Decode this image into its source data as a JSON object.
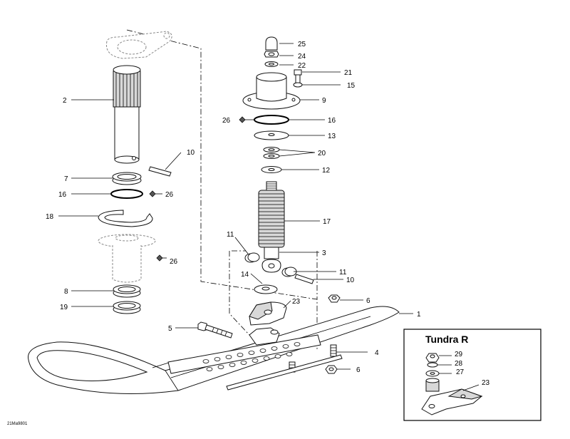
{
  "callouts": [
    {
      "n": "25"
    },
    {
      "n": "24"
    },
    {
      "n": "22"
    },
    {
      "n": "21"
    },
    {
      "n": "15"
    },
    {
      "n": "9"
    },
    {
      "n": "26"
    },
    {
      "n": "16"
    },
    {
      "n": "13"
    },
    {
      "n": "20"
    },
    {
      "n": "12"
    },
    {
      "n": "17"
    },
    {
      "n": "11"
    },
    {
      "n": "3"
    },
    {
      "n": "14"
    },
    {
      "n": "11"
    },
    {
      "n": "10"
    },
    {
      "n": "23"
    },
    {
      "n": "6"
    },
    {
      "n": "1"
    },
    {
      "n": "2"
    },
    {
      "n": "10"
    },
    {
      "n": "7"
    },
    {
      "n": "16"
    },
    {
      "n": "26"
    },
    {
      "n": "18"
    },
    {
      "n": "26"
    },
    {
      "n": "8"
    },
    {
      "n": "19"
    },
    {
      "n": "5"
    },
    {
      "n": "4"
    },
    {
      "n": "6"
    }
  ],
  "inset": {
    "title": "Tundra R",
    "callouts": [
      {
        "n": "29"
      },
      {
        "n": "28"
      },
      {
        "n": "27"
      },
      {
        "n": "23"
      }
    ]
  },
  "drawing_code": "21Ma9801"
}
